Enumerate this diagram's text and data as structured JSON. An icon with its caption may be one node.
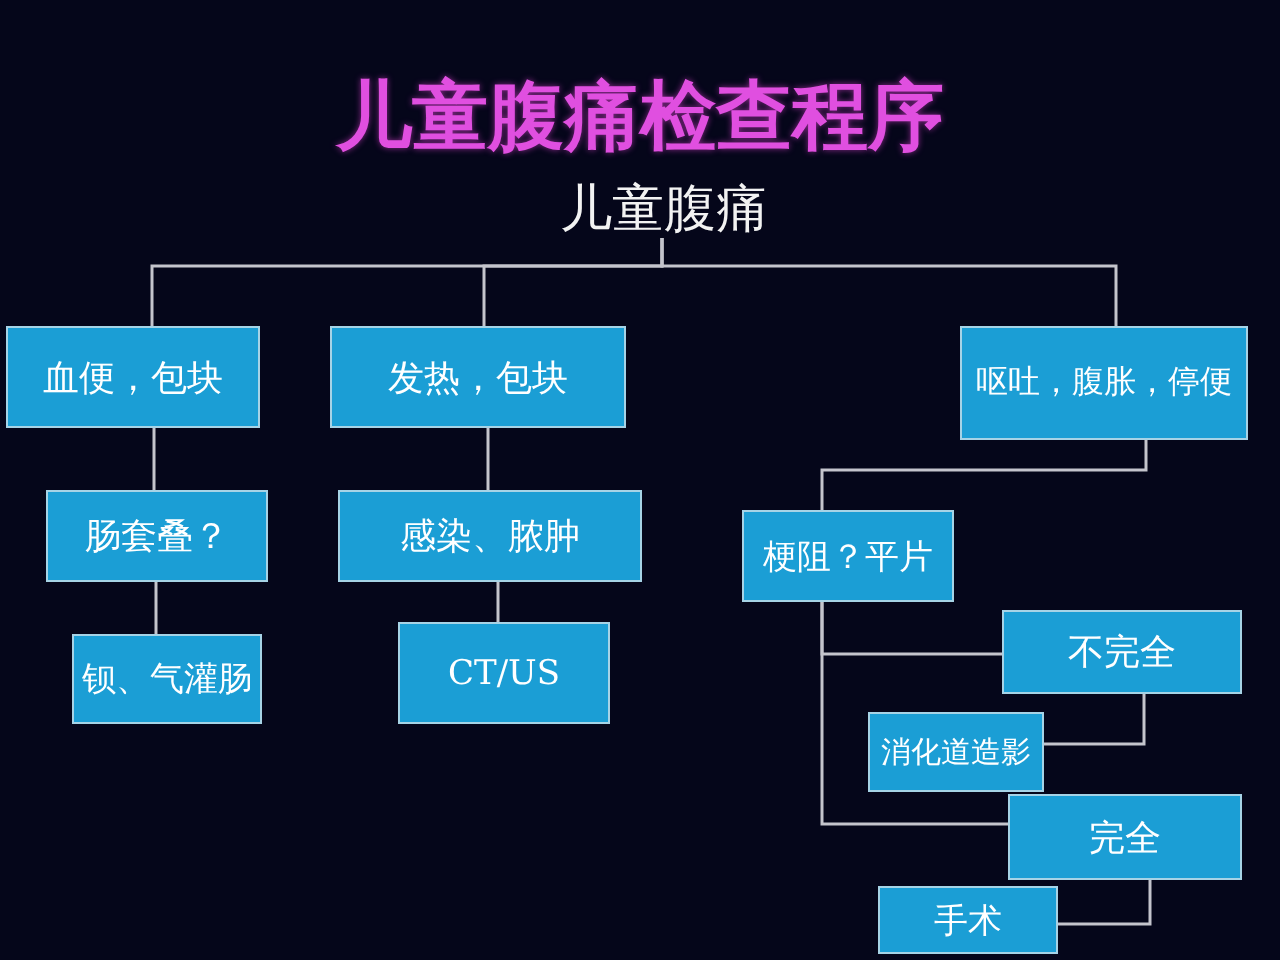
{
  "diagram": {
    "title": "儿童腹痛检查程序",
    "nodes": [
      {
        "text": [
          "儿童腹痛"
        ]
      },
      {
        "text": [
          "血便，包块"
        ]
      },
      {
        "text": [
          "发热，包块"
        ]
      },
      {
        "text": [
          "呕吐，腹胀，停便"
        ]
      },
      {
        "text": [
          "肠套叠？"
        ]
      },
      {
        "text": [
          "钡、气灌肠"
        ]
      },
      {
        "text": [
          "感染、脓肿"
        ]
      },
      {
        "text": [
          "CT/US"
        ]
      },
      {
        "text": [
          "梗阻？平片"
        ]
      },
      {
        "text": [
          "不完全"
        ]
      },
      {
        "text": [
          "消化道造影"
        ]
      },
      {
        "text": [
          "完全"
        ]
      },
      {
        "text": [
          "手术"
        ]
      }
    ],
    "edges": [
      {
        "from": 0,
        "to": 1,
        "arrow": "none"
      },
      {
        "from": 0,
        "to": 2,
        "arrow": "none"
      },
      {
        "from": 0,
        "to": 3,
        "arrow": "none"
      },
      {
        "from": 1,
        "to": 4,
        "arrow": "none"
      },
      {
        "from": 4,
        "to": 5,
        "arrow": "none"
      },
      {
        "from": 2,
        "to": 6,
        "arrow": "none"
      },
      {
        "from": 6,
        "to": 7,
        "arrow": "none"
      },
      {
        "from": 3,
        "to": 8,
        "arrow": "none"
      },
      {
        "from": 8,
        "to": 9,
        "arrow": "none"
      },
      {
        "from": 8,
        "to": 11,
        "arrow": "none"
      },
      {
        "from": 9,
        "to": 10,
        "arrow": "none"
      },
      {
        "from": 11,
        "to": 12,
        "arrow": "none"
      }
    ]
  }
}
